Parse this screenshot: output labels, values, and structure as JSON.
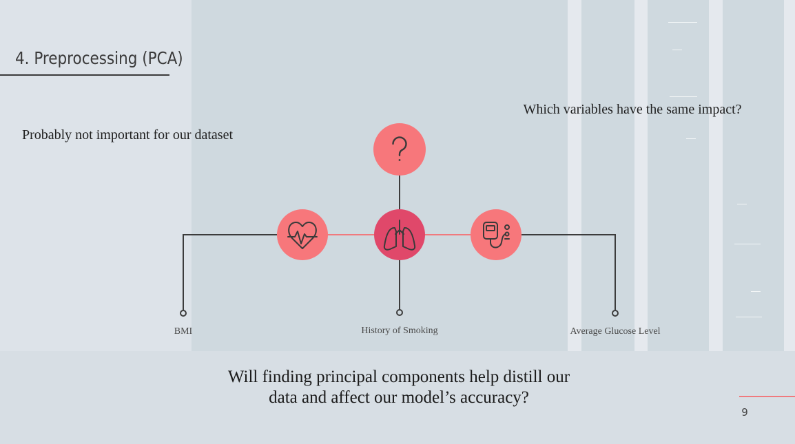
{
  "slide": {
    "title": "4. Preprocessing (PCA)",
    "note_left": "Probably not important for our dataset",
    "note_right": "Which variables have the same impact?",
    "question": "Will finding principal components help distill our data and affect our model’s accuracy?",
    "page_number": "9"
  },
  "diagram": {
    "nodes": [
      {
        "id": "top",
        "icon": "question-mark-icon"
      },
      {
        "id": "left",
        "icon": "heartbeat-icon",
        "label": "BMI"
      },
      {
        "id": "center",
        "icon": "lungs-icon",
        "label": "History of Smoking"
      },
      {
        "id": "right",
        "icon": "glucose-meter-icon",
        "label": "Average Glucose Level"
      }
    ]
  },
  "colors": {
    "node": "#f7777b",
    "node_center": "#e0486a",
    "connector": "#3c3c3c",
    "link": "#f07a7e",
    "background": "#cfd9df",
    "background_left": "#dde3e9",
    "text": "#1f1f1f"
  }
}
